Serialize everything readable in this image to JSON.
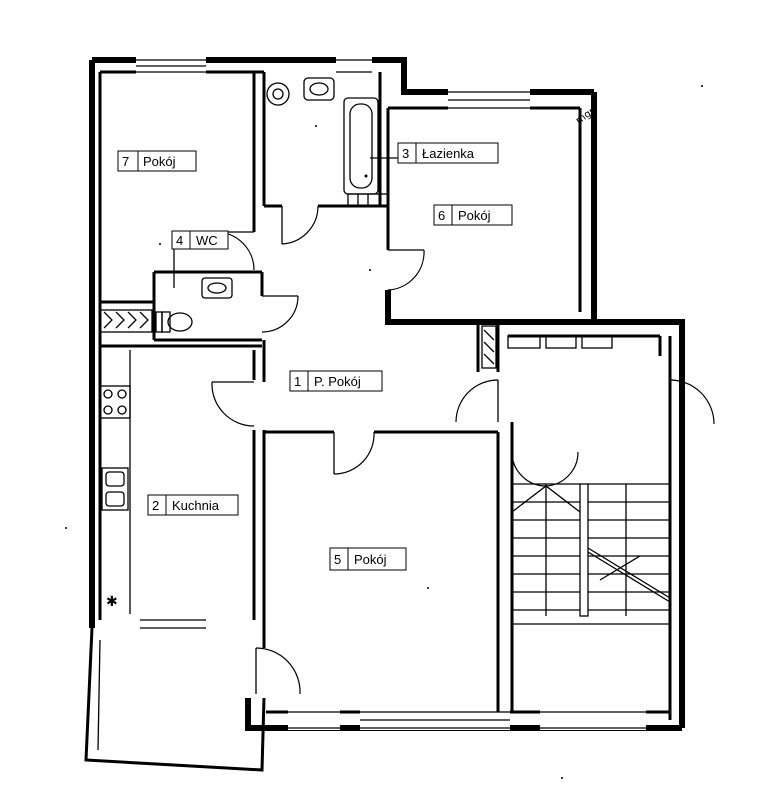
{
  "rooms": [
    {
      "number": "1",
      "name": "P. Pokój"
    },
    {
      "number": "2",
      "name": "Kuchnia"
    },
    {
      "number": "3",
      "name": "Łazienka"
    },
    {
      "number": "4",
      "name": "WC"
    },
    {
      "number": "5",
      "name": "Pokój"
    },
    {
      "number": "6",
      "name": "Pokój"
    },
    {
      "number": "7",
      "name": "Pokój"
    }
  ],
  "corner_note": "mgr",
  "fixture_symbol": "✱"
}
